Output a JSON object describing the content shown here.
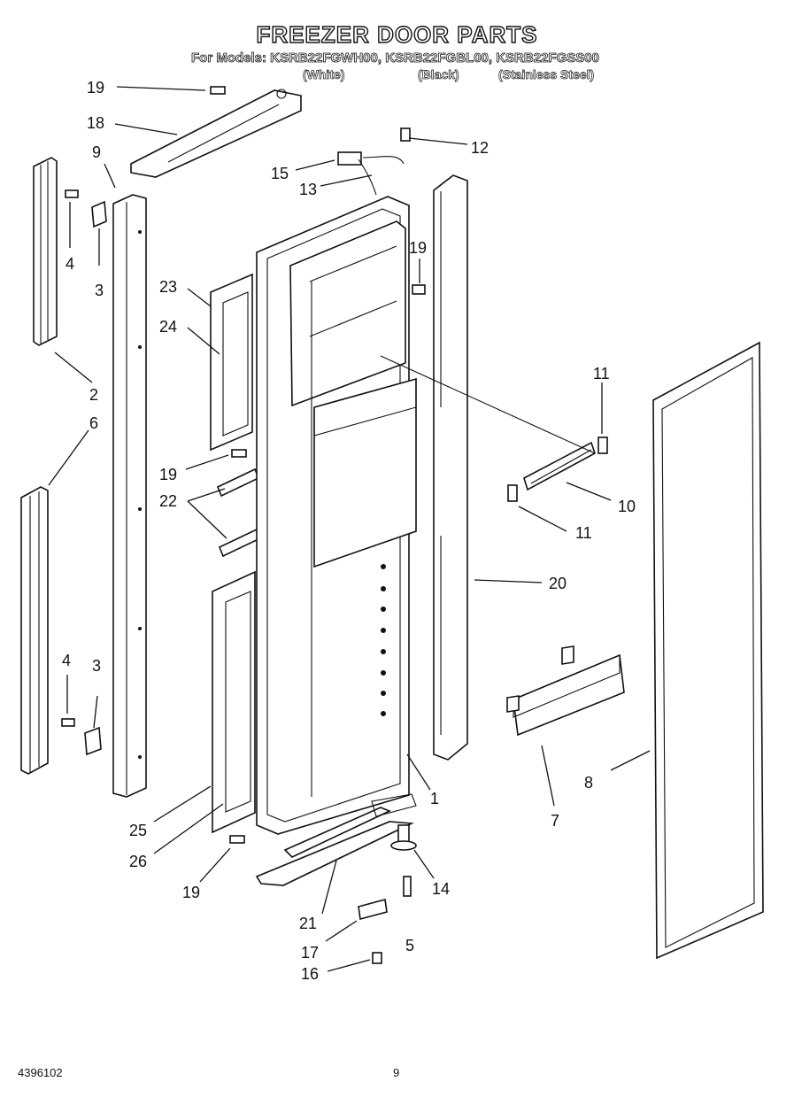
{
  "header": {
    "title": "FREEZER DOOR PARTS",
    "models_line": "For Models: KSRB22FGWH00, KSRB22FGBL00, KSRB22FGSS00",
    "variants": [
      "(White)",
      "(Black)",
      "(Stainless Steel)"
    ]
  },
  "callouts": {
    "c19a": "19",
    "c18": "18",
    "c9": "9",
    "c4a": "4",
    "c3a": "3",
    "c2": "2",
    "c6": "6",
    "c23": "23",
    "c24": "24",
    "c19b": "19",
    "c22": "22",
    "c4b": "4",
    "c3b": "3",
    "c25": "25",
    "c26": "26",
    "c19c": "19",
    "c12": "12",
    "c15": "15",
    "c13": "13",
    "c19d": "19",
    "c11a": "11",
    "c10": "10",
    "c11b": "11",
    "c20": "20",
    "c1": "1",
    "c8": "8",
    "c7": "7",
    "c14": "14",
    "c5": "5",
    "c21": "21",
    "c17": "17",
    "c16": "16"
  },
  "footer": {
    "doc_number": "4396102",
    "page_number": "9"
  }
}
